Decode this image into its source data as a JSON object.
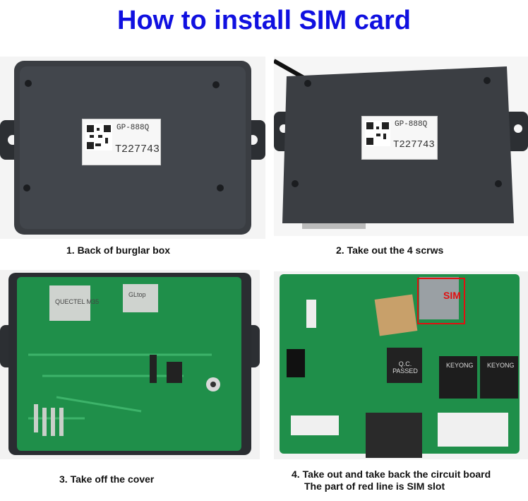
{
  "title": "How to install SIM card",
  "steps": [
    {
      "caption": "1. Back of burglar box"
    },
    {
      "caption": "2. Take out the 4 scrws"
    },
    {
      "caption": "3. Take off the cover"
    },
    {
      "caption": "4. Take out and take back the circuit board",
      "caption2": "The part of  red line is SIM slot"
    }
  ],
  "box_label": {
    "model": "GP-888Q",
    "serial": "T227743"
  },
  "board": {
    "sim_label": "SIM",
    "module1": "QUECTEL M35",
    "module2": "GLtop",
    "passed_label": "Q.C. PASSED",
    "relay_brand": "KEYONG"
  },
  "colors": {
    "title": "#1010e0",
    "pcb": "#1f8f4a",
    "box": "#3a3d42",
    "sim_outline": "#e01010"
  }
}
